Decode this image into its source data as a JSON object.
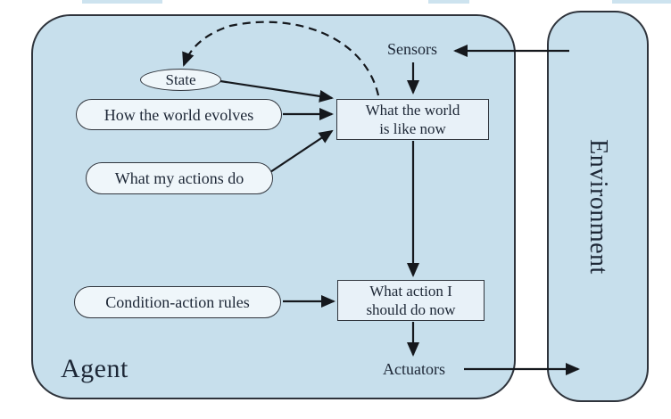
{
  "diagram": {
    "agent_label": "Agent",
    "environment_label": "Environment",
    "sensors_label": "Sensors",
    "actuators_label": "Actuators",
    "nodes": {
      "state": "State",
      "evolves": "How the world evolves",
      "actions": "What my actions do",
      "rules": "Condition-action rules"
    },
    "boxes": {
      "world": {
        "line1": "What the world",
        "line2": "is like now"
      },
      "action": {
        "line1": "What action I",
        "line2": "should do now"
      }
    },
    "colors": {
      "panel_fill": "#c7dfec",
      "node_fill": "#eff6fa",
      "box_fill": "#e8f1f8",
      "outline": "#2e333b",
      "arrow": "#15181d",
      "text": "#1d2736",
      "background": "#ffffff"
    }
  }
}
